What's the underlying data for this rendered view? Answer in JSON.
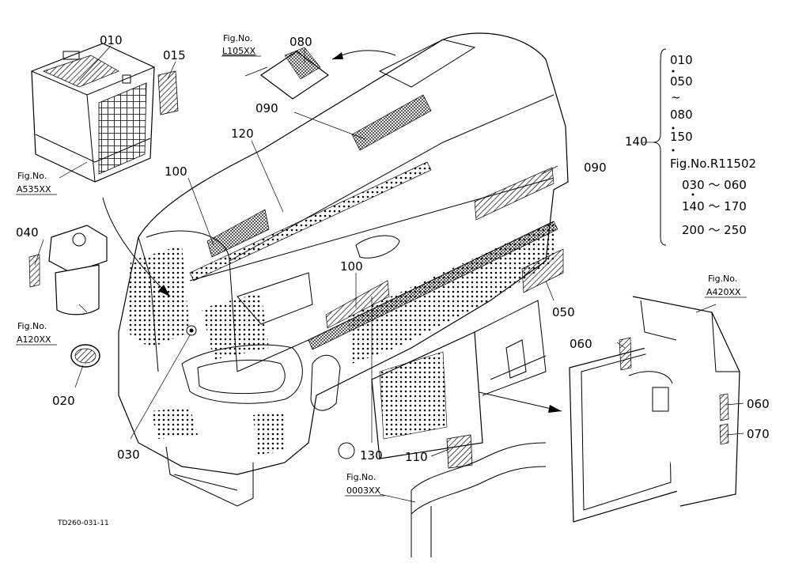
{
  "callouts": {
    "c010": "010",
    "c015": "015",
    "c020": "020",
    "c030": "030",
    "c040": "040",
    "c050": "050",
    "c060a": "060",
    "c060b": "060",
    "c070": "070",
    "c080": "080",
    "c090a": "090",
    "c090b": "090",
    "c100a": "100",
    "c100b": "100",
    "c110": "110",
    "c120": "120",
    "c130": "130",
    "c140": "140"
  },
  "fig_refs": {
    "l105": {
      "label": "Fig.No.",
      "number": "L105XX"
    },
    "a535": {
      "label": "Fig.No.",
      "number": "A535XX"
    },
    "a120": {
      "label": "Fig.No.",
      "number": "A120XX"
    },
    "a420": {
      "label": "Fig.No.",
      "number": "A420XX"
    },
    "f0003": {
      "label": "Fig.No.",
      "number": "0003XX"
    }
  },
  "legend": {
    "lines": [
      "010",
      "050",
      "~",
      "080",
      "150",
      "Fig.No.R11502",
      "030 ～ 060",
      "140 ～ 170",
      "200 ～ 250"
    ]
  },
  "drawing_code": "TD260-031-11",
  "colors": {
    "ink": "#000000",
    "paper": "#ffffff"
  }
}
